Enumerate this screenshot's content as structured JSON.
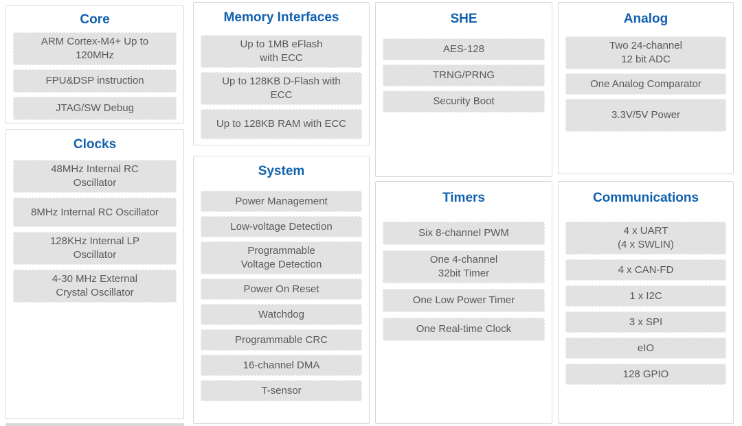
{
  "colors": {
    "title_blue": "#1161ae",
    "cell_bg": "#e2e2e2",
    "cell_text": "#58595b",
    "box_border": "#d9d9d9"
  },
  "boxes": {
    "core": {
      "title": "Core",
      "items": [
        "ARM Cortex-M4+ Up to\n120MHz",
        "FPU&DSP instruction",
        "JTAG/SW Debug"
      ]
    },
    "clocks": {
      "title": "Clocks",
      "items": [
        "48MHz Internal RC\nOscillator",
        "8MHz Internal RC Oscillator",
        "128KHz Internal LP\nOscillator",
        "4-30 MHz External\nCrystal Oscillator"
      ]
    },
    "memory": {
      "title": "Memory Interfaces",
      "items": [
        "Up to 1MB eFlash\nwith ECC",
        "Up to 128KB D-Flash with\nECC",
        "Up to 128KB RAM with ECC"
      ]
    },
    "system": {
      "title": "System",
      "items": [
        "Power Management",
        "Low-voltage Detection",
        "Programmable\nVoltage Detection",
        "Power On Reset",
        "Watchdog",
        "Programmable CRC",
        "16-channel DMA",
        "T-sensor"
      ]
    },
    "she": {
      "title": "SHE",
      "items": [
        "AES-128",
        "TRNG/PRNG",
        "Security Boot"
      ]
    },
    "timers": {
      "title": "Timers",
      "items": [
        "Six 8-channel PWM",
        "One 4-channel\n32bit Timer",
        "One Low Power Timer",
        "One Real-time Clock"
      ]
    },
    "analog": {
      "title": "Analog",
      "items": [
        "Two 24-channel\n12 bit ADC",
        "One Analog Comparator",
        "3.3V/5V Power"
      ]
    },
    "communications": {
      "title": "Communications",
      "items": [
        "4 x UART\n(4 x SWLIN)",
        "4 x CAN-FD",
        "1 x I2C",
        "3 x SPI",
        "eIO",
        "128 GPIO"
      ]
    }
  }
}
